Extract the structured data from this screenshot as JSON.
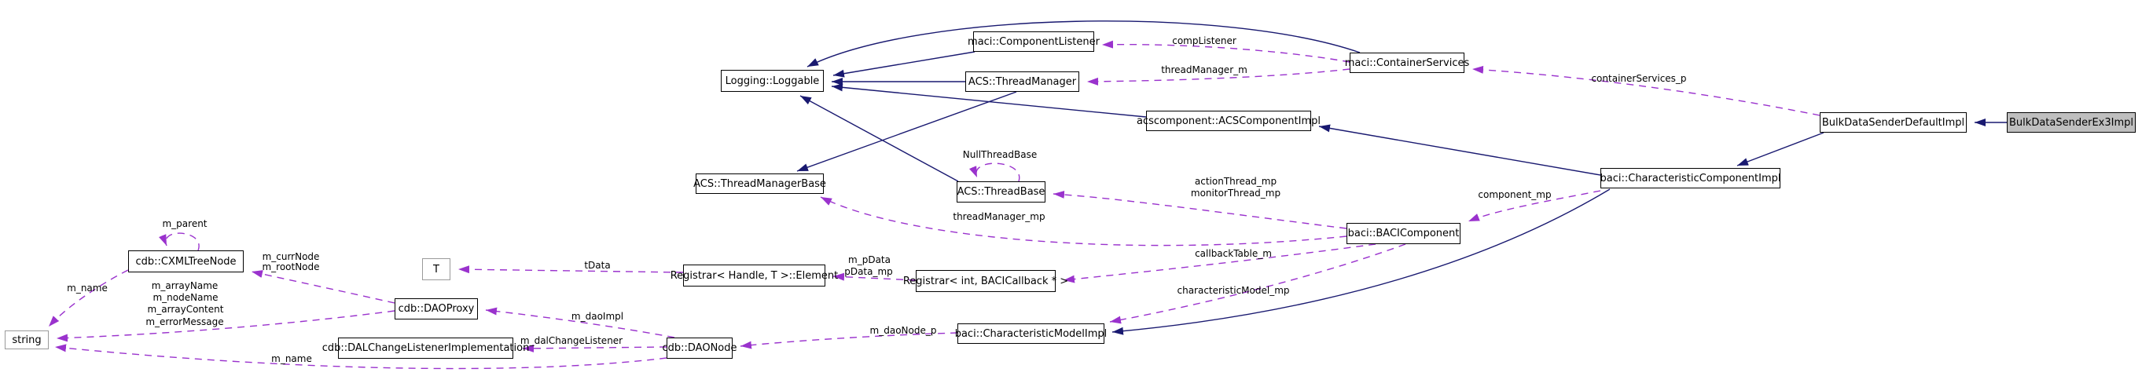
{
  "diagram": {
    "kind": "doxygen-collaboration-diagram",
    "focus_class": "BulkDataSenderEx3Impl",
    "colors": {
      "inheritance_edge": "#191970",
      "usage_edge": "#9a32cd",
      "node_background": "#ffffff",
      "node_border": "#000000",
      "external_node_border": "#9a9a9a",
      "focus_node_background": "#bfbfbf",
      "text": "#000000"
    },
    "nodes": [
      {
        "label": "maci::ComponentListener"
      },
      {
        "label": "maci::ContainerServices"
      },
      {
        "label": "Logging::Loggable"
      },
      {
        "label": "ACS::ThreadManager"
      },
      {
        "label": "acscomponent::ACSComponentImpl"
      },
      {
        "label": "BulkDataSenderDefaultImpl"
      },
      {
        "label": "BulkDataSenderEx3Impl"
      },
      {
        "label": "ACS::ThreadManagerBase"
      },
      {
        "label": "ACS::ThreadBase"
      },
      {
        "label": "baci::CharacteristicComponentImpl"
      },
      {
        "label": "baci::BACIComponent"
      },
      {
        "label": "cdb::CXMLTreeNode"
      },
      {
        "label": "T"
      },
      {
        "label": "Registrar< Handle, T >::Element"
      },
      {
        "label": "Registrar< int, BACICallback * >"
      },
      {
        "label": "cdb::DAOProxy"
      },
      {
        "label": "string"
      },
      {
        "label": "cdb::DALChangeListenerImplementation"
      },
      {
        "label": "cdb::DAONode"
      },
      {
        "label": "baci::CharacteristicModelImpl"
      }
    ],
    "edge_labels": [
      {
        "text": "compListener"
      },
      {
        "text": "threadManager_m"
      },
      {
        "text": "containerServices_p"
      },
      {
        "text": "NullThreadBase"
      },
      {
        "text": "actionThread_mp"
      },
      {
        "text": "monitorThread_mp"
      },
      {
        "text": "component_mp"
      },
      {
        "text": "threadManager_mp"
      },
      {
        "text": "m_parent"
      },
      {
        "text": "m_currNode"
      },
      {
        "text": "m_rootNode"
      },
      {
        "text": "callbackTable_m"
      },
      {
        "text": "tData"
      },
      {
        "text": "m_pData"
      },
      {
        "text": "pData_mp"
      },
      {
        "text": "characteristicModel_mp"
      },
      {
        "text": "m_name"
      },
      {
        "text": "m_arrayName"
      },
      {
        "text": "m_nodeName"
      },
      {
        "text": "m_arrayContent"
      },
      {
        "text": "m_errorMessage"
      },
      {
        "text": "m_daoImpl"
      },
      {
        "text": "m_dalChangeListener"
      },
      {
        "text": "m_daoNode_p"
      },
      {
        "text": "m_name"
      }
    ],
    "edges": [
      {
        "from": "BulkDataSenderEx3Impl",
        "to": "BulkDataSenderDefaultImpl",
        "type": "inheritance"
      },
      {
        "from": "BulkDataSenderDefaultImpl",
        "to": "baci::CharacteristicComponentImpl",
        "type": "inheritance"
      },
      {
        "from": "baci::CharacteristicComponentImpl",
        "to": "acscomponent::ACSComponentImpl",
        "type": "inheritance"
      },
      {
        "from": "baci::CharacteristicComponentImpl",
        "to": "baci::CharacteristicModelImpl",
        "type": "inheritance"
      },
      {
        "from": "acscomponent::ACSComponentImpl",
        "to": "Logging::Loggable",
        "type": "inheritance"
      },
      {
        "from": "ACS::ThreadManager",
        "to": "Logging::Loggable",
        "type": "inheritance"
      },
      {
        "from": "maci::ComponentListener",
        "to": "Logging::Loggable",
        "type": "inheritance"
      },
      {
        "from": "maci::ContainerServices",
        "to": "Logging::Loggable",
        "type": "inheritance"
      },
      {
        "from": "ACS::ThreadBase",
        "to": "Logging::Loggable",
        "type": "inheritance"
      },
      {
        "from": "ACS::ThreadManager",
        "to": "ACS::ThreadManagerBase",
        "type": "inheritance"
      },
      {
        "from": "maci::ContainerServices",
        "to": "maci::ComponentListener",
        "type": "usage",
        "label": "compListener"
      },
      {
        "from": "maci::ContainerServices",
        "to": "ACS::ThreadManager",
        "type": "usage",
        "label": "threadManager_m"
      },
      {
        "from": "BulkDataSenderDefaultImpl",
        "to": "maci::ContainerServices",
        "type": "usage",
        "label": "containerServices_p"
      },
      {
        "from": "ACS::ThreadBase",
        "to": "ACS::ThreadBase",
        "type": "usage",
        "label": "NullThreadBase"
      },
      {
        "from": "baci::BACIComponent",
        "to": "ACS::ThreadBase",
        "type": "usage",
        "label": "actionThread_mp monitorThread_mp"
      },
      {
        "from": "baci::BACIComponent",
        "to": "ACS::ThreadManagerBase",
        "type": "usage",
        "label": "threadManager_mp"
      },
      {
        "from": "baci::CharacteristicComponentImpl",
        "to": "baci::BACIComponent",
        "type": "usage",
        "label": "component_mp"
      },
      {
        "from": "baci::BACIComponent",
        "to": "Registrar< int, BACICallback * >",
        "type": "usage",
        "label": "callbackTable_m"
      },
      {
        "from": "baci::BACIComponent",
        "to": "baci::CharacteristicModelImpl",
        "type": "usage",
        "label": "characteristicModel_mp"
      },
      {
        "from": "Registrar< int, BACICallback * >",
        "to": "Registrar< Handle, T >::Element",
        "type": "usage",
        "label": "m_pData pData_mp"
      },
      {
        "from": "Registrar< Handle, T >::Element",
        "to": "T",
        "type": "usage",
        "label": "tData"
      },
      {
        "from": "cdb::DAOProxy",
        "to": "cdb::CXMLTreeNode",
        "type": "usage",
        "label": "m_currNode m_rootNode"
      },
      {
        "from": "cdb::CXMLTreeNode",
        "to": "cdb::CXMLTreeNode",
        "type": "usage",
        "label": "m_parent"
      },
      {
        "from": "cdb::CXMLTreeNode",
        "to": "string",
        "type": "usage",
        "label": "m_name"
      },
      {
        "from": "cdb::DAOProxy",
        "to": "string",
        "type": "usage",
        "label": "m_arrayName m_nodeName m_arrayContent m_errorMessage"
      },
      {
        "from": "cdb::DAONode",
        "to": "string",
        "type": "usage",
        "label": "m_name"
      },
      {
        "from": "cdb::DAONode",
        "to": "cdb::DAOProxy",
        "type": "usage",
        "label": "m_daoImpl"
      },
      {
        "from": "cdb::DAONode",
        "to": "cdb::DALChangeListenerImplementation",
        "type": "usage",
        "label": "m_dalChangeListener"
      },
      {
        "from": "baci::CharacteristicModelImpl",
        "to": "cdb::DAONode",
        "type": "usage",
        "label": "m_daoNode_p"
      }
    ]
  }
}
